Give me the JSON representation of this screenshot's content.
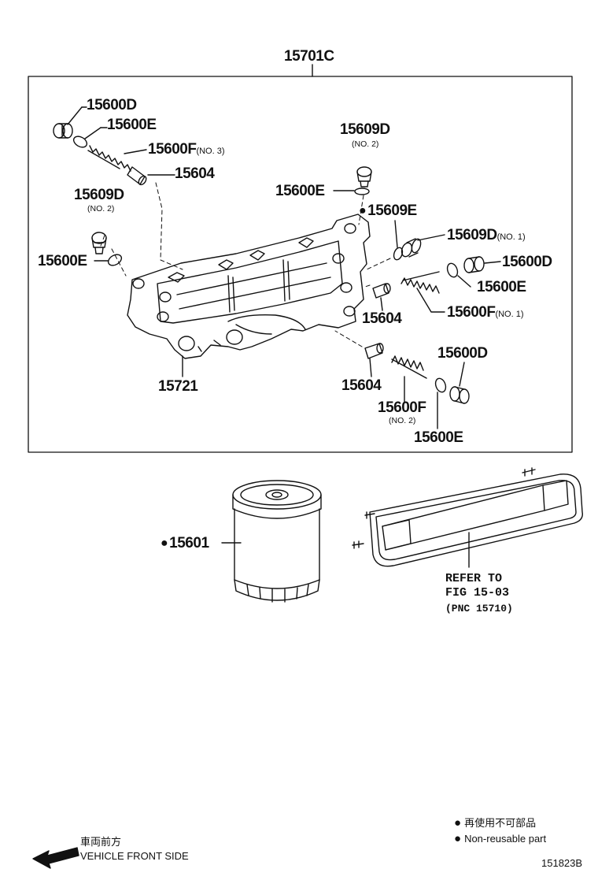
{
  "diagram": {
    "assembly_label": "15701C",
    "parts": {
      "p_15600D_tl": "15600D",
      "p_15600E_tl": "15600E",
      "p_15600F_tl": "15600F",
      "p_15600F_tl_note": "(NO. 3)",
      "p_15604_tl": "15604",
      "p_15609D_left": "15609D",
      "p_15609D_left_note": "(NO. 2)",
      "p_15600E_left": "15600E",
      "p_15609D_top": "15609D",
      "p_15609D_top_note": "(NO. 2)",
      "p_15600E_top": "15600E",
      "p_15609E": "15609E",
      "p_15609D_right": "15609D",
      "p_15609D_right_note": "(NO. 1)",
      "p_15600D_right": "15600D",
      "p_15600E_right": "15600E",
      "p_15604_mid": "15604",
      "p_15600F_right": "15600F",
      "p_15600F_right_note": "(NO. 1)",
      "p_15721": "15721",
      "p_15604_low": "15604",
      "p_15600D_low": "15600D",
      "p_15600F_low": "15600F",
      "p_15600F_low_note": "(NO. 2)",
      "p_15600E_low": "15600E",
      "p_15601": "15601"
    },
    "refer_line1": "REFER TO",
    "refer_line2": "FIG 15-03",
    "refer_line3": "(PNC 15710)",
    "front_jp": "車両前方",
    "front_en": "VEHICLE FRONT SIDE",
    "legend_jp": "再使用不可部品",
    "legend_en": "Non-reusable part",
    "figure_id": "151823B"
  }
}
